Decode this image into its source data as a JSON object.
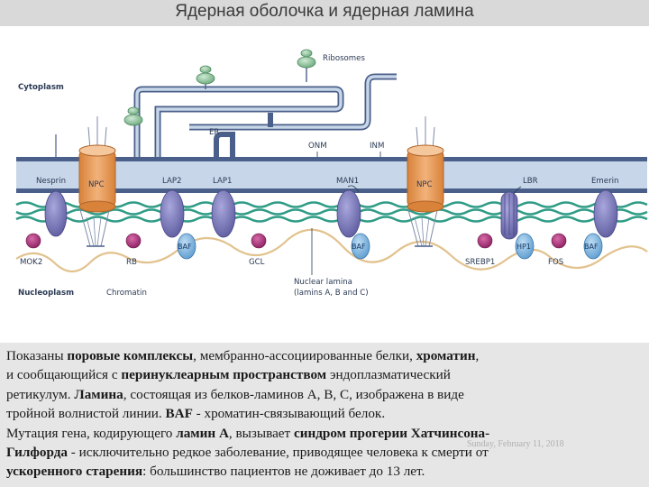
{
  "title": "Ядерная оболочка и ядерная ламина",
  "diagram": {
    "labels": {
      "ribosomes": "Ribosomes",
      "cytoplasm": "Cytoplasm",
      "er": "ER",
      "onm": "ONM",
      "inm": "INM",
      "nesprin": "Nesprin",
      "npc_left": "NPC",
      "npc_right": "NPC",
      "lap2": "LAP2",
      "lap1": "LAP1",
      "man1": "MAN1",
      "lbr": "LBR",
      "emerin": "Emerin",
      "baf_1": "BAF",
      "baf_2": "BAF",
      "baf_3": "BAF",
      "hp1": "HP1",
      "mok2": "MOK2",
      "rb": "RB",
      "gcl": "GCL",
      "srebp1": "SREBP1",
      "fos": "FOS",
      "nucleoplasm": "Nucleoplasm",
      "chromatin": "Chromatin",
      "nuclear_lamina_1": "Nuclear lamina",
      "nuclear_lamina_2": "(lamins A, B and C)"
    },
    "colors": {
      "membrane": "#4a5f8a",
      "lumen": "#c7d6e8",
      "npc": "#e89a4e",
      "protein_purple": "#7a78b8",
      "baf_blue": "#7fb2dc",
      "tf_magenta": "#a8337a",
      "lamina_green": "#2f9c86",
      "ribosome_green": "#8cc49a"
    }
  },
  "caption": {
    "l1_a": "Показаны ",
    "l1_b": "поровые комплексы",
    "l1_c": ", мембранно-ассоциированные белки, ",
    "l1_d": "хроматин",
    "l1_e": ",",
    "l2_a": "и сообщающийся с ",
    "l2_b": "перинуклеарным пространством",
    "l2_c": " эндоплазматический",
    "l3_a": "ретикулум. ",
    "l3_b": "Ламина",
    "l3_c": ", состоящая из белков-ламинов А, В, С, изображена в виде",
    "l4_a": "тройной волнистой линии. ",
    "l4_b": "BAF",
    "l4_c": " - хроматин-связывающий белок.",
    "l5_a": "Мутация гена, кодирующего ",
    "l5_b": "ламин А",
    "l5_c": ", вызывает ",
    "l5_d": "синдром прогерии Хатчинсона-",
    "l6_a": "Гилфорда",
    "l6_b": " - исключительно редкое заболевание, приводящее человека к смерти от",
    "l7_a": "ускоренного старения",
    "l7_b": ": большинство пациентов не доживает до 13 лет."
  },
  "watermark": "Sunday, February 11, 2018"
}
